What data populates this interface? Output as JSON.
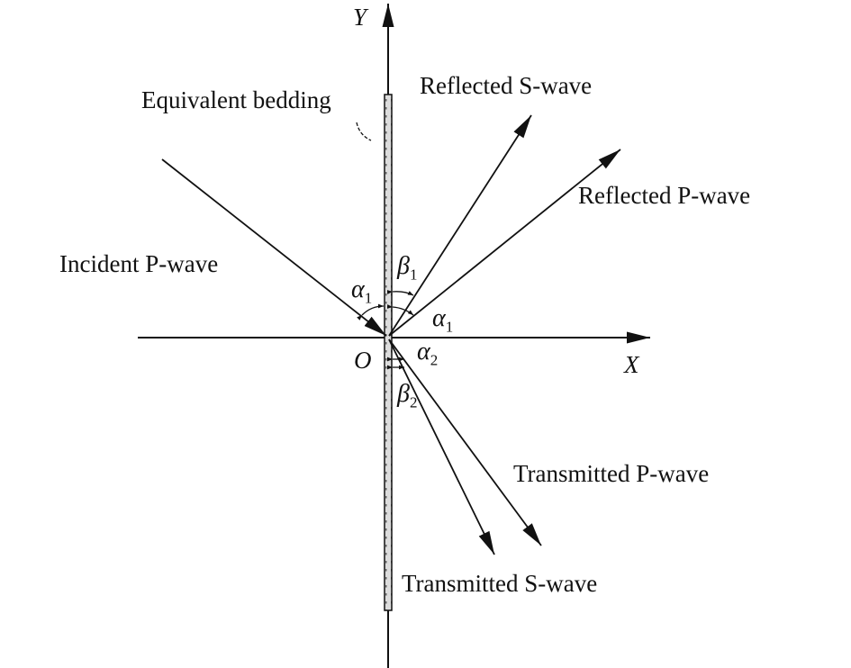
{
  "axes": {
    "y_label": "Y",
    "x_label": "X",
    "origin_label": "O"
  },
  "labels": {
    "bedding": "Equivalent bedding",
    "reflected_s": "Reflected S-wave",
    "reflected_p": "Reflected P-wave",
    "incident_p": "Incident P-wave",
    "transmitted_p": "Transmitted P-wave",
    "transmitted_s": "Transmitted S-wave"
  },
  "angles": {
    "alpha1_in": {
      "sym": "α",
      "sub": "1"
    },
    "alpha1_out": {
      "sym": "α",
      "sub": "1"
    },
    "beta1": {
      "sym": "β",
      "sub": "1"
    },
    "alpha2": {
      "sym": "α",
      "sub": "2"
    },
    "beta2": {
      "sym": "β",
      "sub": "2"
    }
  },
  "colors": {
    "line": "#111111",
    "bedding_fill": "#d8d8d8"
  }
}
